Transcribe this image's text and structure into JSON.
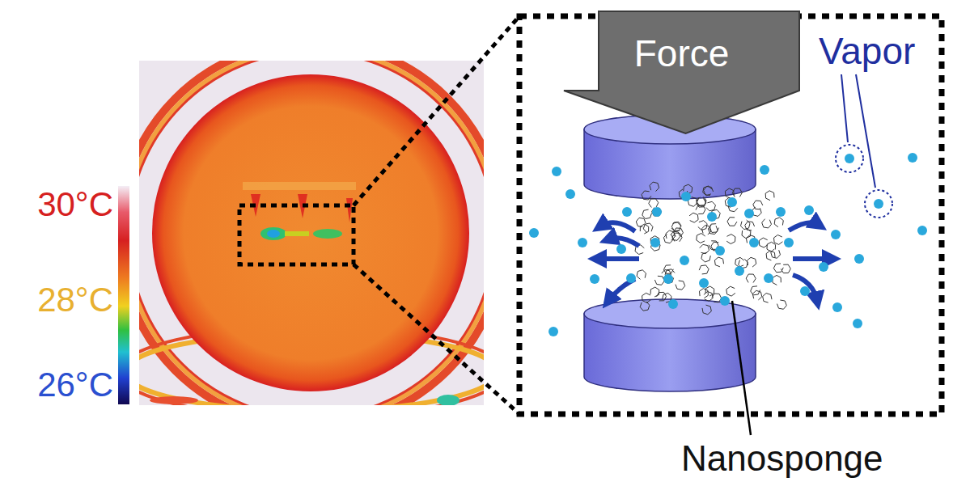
{
  "diagram": {
    "nodes": [
      {
        "text": [
          "Force"
        ]
      }
    ],
    "labels": [
      "30°C",
      "28°C",
      "26°C",
      "Vapor",
      "Nanosponge"
    ]
  }
}
